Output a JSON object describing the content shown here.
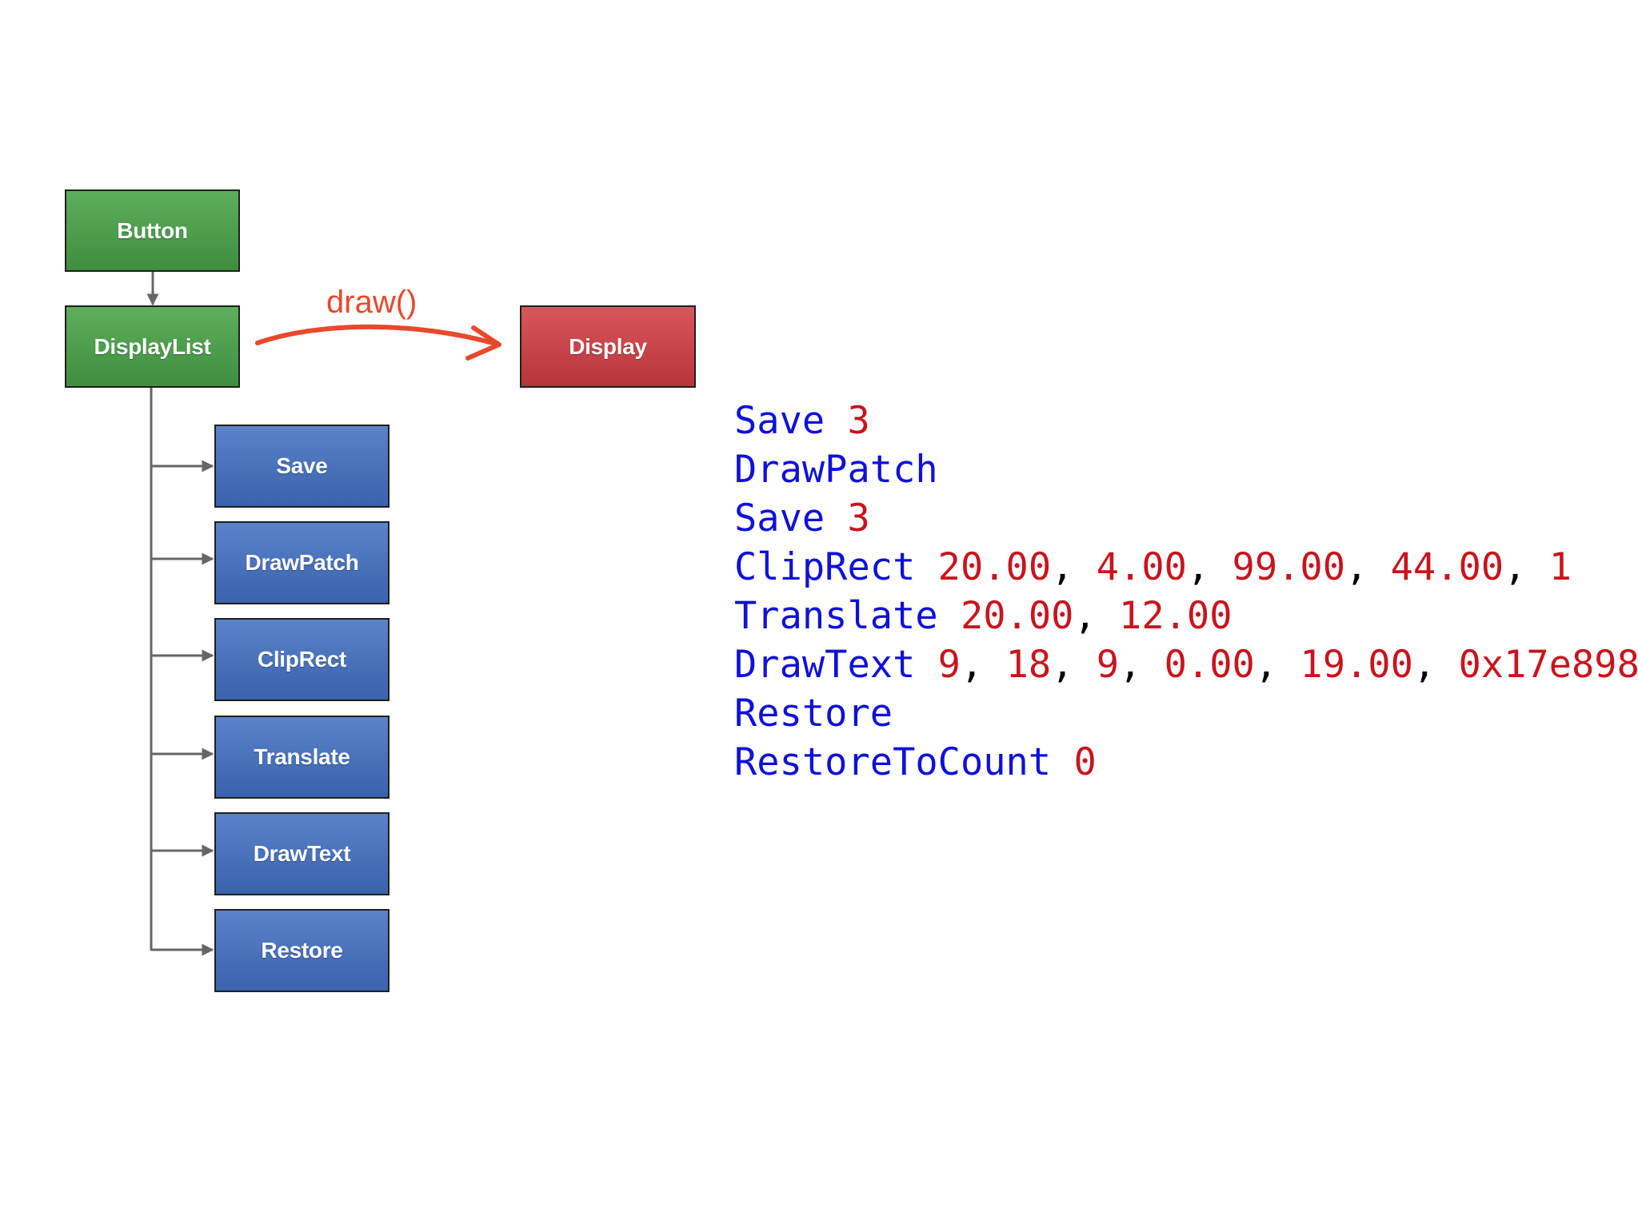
{
  "diagram": {
    "nodes": {
      "button": "Button",
      "display_list": "DisplayList",
      "display": "Display"
    },
    "commands": [
      {
        "label": "Save"
      },
      {
        "label": "DrawPatch"
      },
      {
        "label": "ClipRect"
      },
      {
        "label": "Translate"
      },
      {
        "label": "DrawText"
      },
      {
        "label": "Restore"
      }
    ],
    "draw_call_label": "draw()"
  },
  "code": [
    {
      "keyword": "Save",
      "args": [
        "3"
      ]
    },
    {
      "keyword": "DrawPatch",
      "args": []
    },
    {
      "keyword": "Save",
      "args": [
        "3"
      ]
    },
    {
      "keyword": "ClipRect",
      "args": [
        "20.00",
        "4.00",
        "99.00",
        "44.00",
        "1"
      ]
    },
    {
      "keyword": "Translate",
      "args": [
        "20.00",
        "12.00"
      ]
    },
    {
      "keyword": "DrawText",
      "args": [
        "9",
        "18",
        "9",
        "0.00",
        "19.00",
        "0x17e898"
      ]
    },
    {
      "keyword": "Restore",
      "args": []
    },
    {
      "keyword": "RestoreToCount",
      "args": [
        "0"
      ]
    }
  ],
  "colors": {
    "node_green": "#4a9a4a",
    "node_red": "#c8424a",
    "node_blue": "#4a72bc",
    "arrow_red": "#e8492d",
    "connector_gray": "#666666",
    "code_keyword": "#1010d8",
    "code_argument": "#c8141e"
  }
}
